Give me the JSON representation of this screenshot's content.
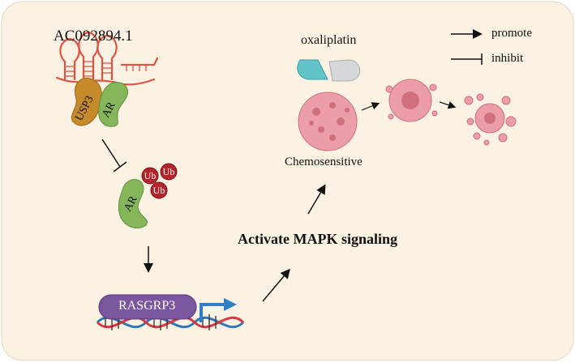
{
  "lncrna_name": "AC092894.1",
  "drug": "oxaliplatin",
  "legend": {
    "promote": "promote",
    "inhibit": "inhibit"
  },
  "proteins": {
    "usp3": "USP3",
    "ar": "AR",
    "ub": "Ub"
  },
  "gene": "RASGRP3",
  "phenotype": "Chemosensitive",
  "pathway": "Activate MAPK signaling",
  "colors": {
    "background": "#fbf2e3",
    "rna": "#e35344",
    "usp3": "#c58a2a",
    "ar": "#85b75a",
    "ub": "#b5232b",
    "gene_box": "#7b559e",
    "tss_arrow": "#2f7fc7",
    "dna_red": "#d8383f",
    "dna_blue": "#2f78b8",
    "capsule_teal": "#62c3c9",
    "capsule_grey": "#d5d7da",
    "tumor": "#eb9eaa"
  }
}
